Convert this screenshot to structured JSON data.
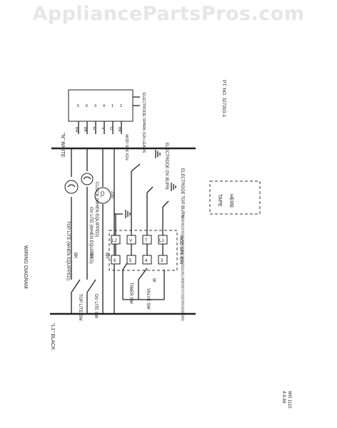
{
  "watermark": "AppliancePartsPros.com",
  "diagram": {
    "title": "WIRING DIAGRAM",
    "l1_label": "\"L1\" BLACK",
    "n_label": "\"N\" WHITE",
    "switches": {
      "top_lite": "TOP LITE SW",
      "ov_lite": "OV LITE SW",
      "timer": "TIMER SW",
      "valve": "VALVE SW"
    },
    "lamps": {
      "top_lite": "TOP LITE (WHEN EQUIPPED)",
      "ov_lite": "OV LITE (WHEN EQUIPPED)",
      "clock": "CLOCK (WHEN EQUIPPED)",
      "clock_symbol": "CL",
      "clock_rating": "250"
    },
    "wire_colors": {
      "bk": "BK",
      "br": "BR",
      "w": "W"
    },
    "module_label": "MOD SPK IGN",
    "module_left_terms": [
      "6",
      "5",
      "4",
      "3"
    ],
    "module_right_terms": [
      "L2",
      "V",
      "T",
      "L1"
    ],
    "electrodes": {
      "ov_burn": "ELECTRODE OV BURN",
      "top_burn": "ELECTRODE TOP BURN"
    },
    "connector": {
      "label": "MOD SPK IGN",
      "wires": [
        "BR",
        "BK",
        "R",
        "Y",
        "O",
        "BK"
      ],
      "pins": [
        "5",
        "6",
        "3",
        "4",
        "1",
        "2"
      ]
    },
    "electrode_leads": "ELECTRODE SPARK IGN LEADS",
    "tape_label": "TAPE",
    "tape_here": "HERE",
    "part_number": "PT. NO. 327203-1",
    "note": "COMPONENT SYMBOLS DO NOT REFLECT TRUE CONFIGURATION. ALL FEED LINE COLORS ARE AS NOTED (BLACK & WHITE). ALL COMPONENTS SHOWN IN \"OFF\" OR \"RELAXED\" POSITION. INDICATES MODULE SPARK IGN.",
    "date_code": "4-5-84",
    "doc_code": "WO 1110"
  }
}
